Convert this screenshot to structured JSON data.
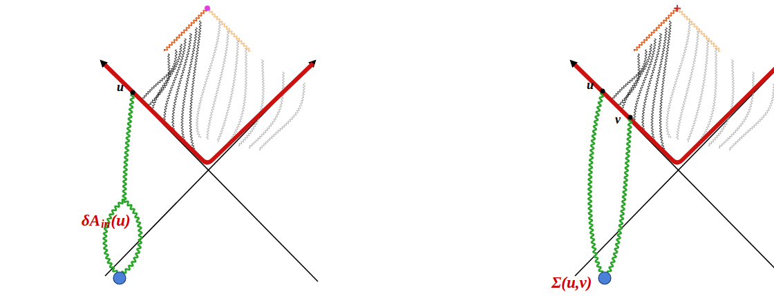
{
  "diagram": {
    "labels": [
      "u",
      "δA",
      "in",
      "(u)",
      "u",
      "v",
      "Σ(u,v)"
    ]
  }
}
